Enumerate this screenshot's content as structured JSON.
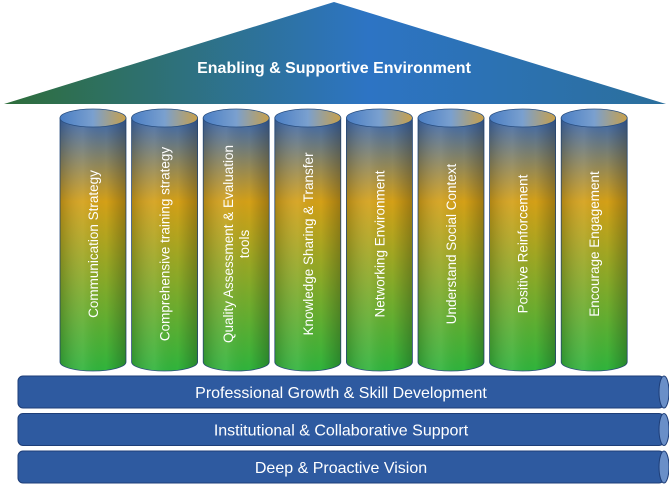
{
  "roof": {
    "label": "Enabling & Supportive Environment"
  },
  "pillars": [
    {
      "lines": [
        "Communication Strategy"
      ]
    },
    {
      "lines": [
        "Comprehensive training strategy"
      ]
    },
    {
      "lines": [
        "Quality Assessment & Evaluation",
        "tools"
      ]
    },
    {
      "lines": [
        "Knowledge Sharing & Transfer"
      ]
    },
    {
      "lines": [
        "Networking Environment"
      ]
    },
    {
      "lines": [
        "Understand Social Context"
      ]
    },
    {
      "lines": [
        "Positive Reinforcement"
      ]
    },
    {
      "lines": [
        "Encourage Engagement"
      ]
    }
  ],
  "foundation": [
    {
      "label": "Professional Growth & Skill Development"
    },
    {
      "label": "Institutional & Collaborative Support"
    },
    {
      "label": "Deep & Proactive Vision"
    }
  ],
  "colors": {
    "roof_left": "#2e6e3a",
    "roof_right": "#2d74c4",
    "pillar_top": "#3a68b0",
    "pillar_mid": "#d4a017",
    "pillar_bottom": "#2fb43c",
    "base_fill": "#2e5aa0",
    "base_end": "#6a8fc8",
    "base_border": "#1e3e78"
  }
}
